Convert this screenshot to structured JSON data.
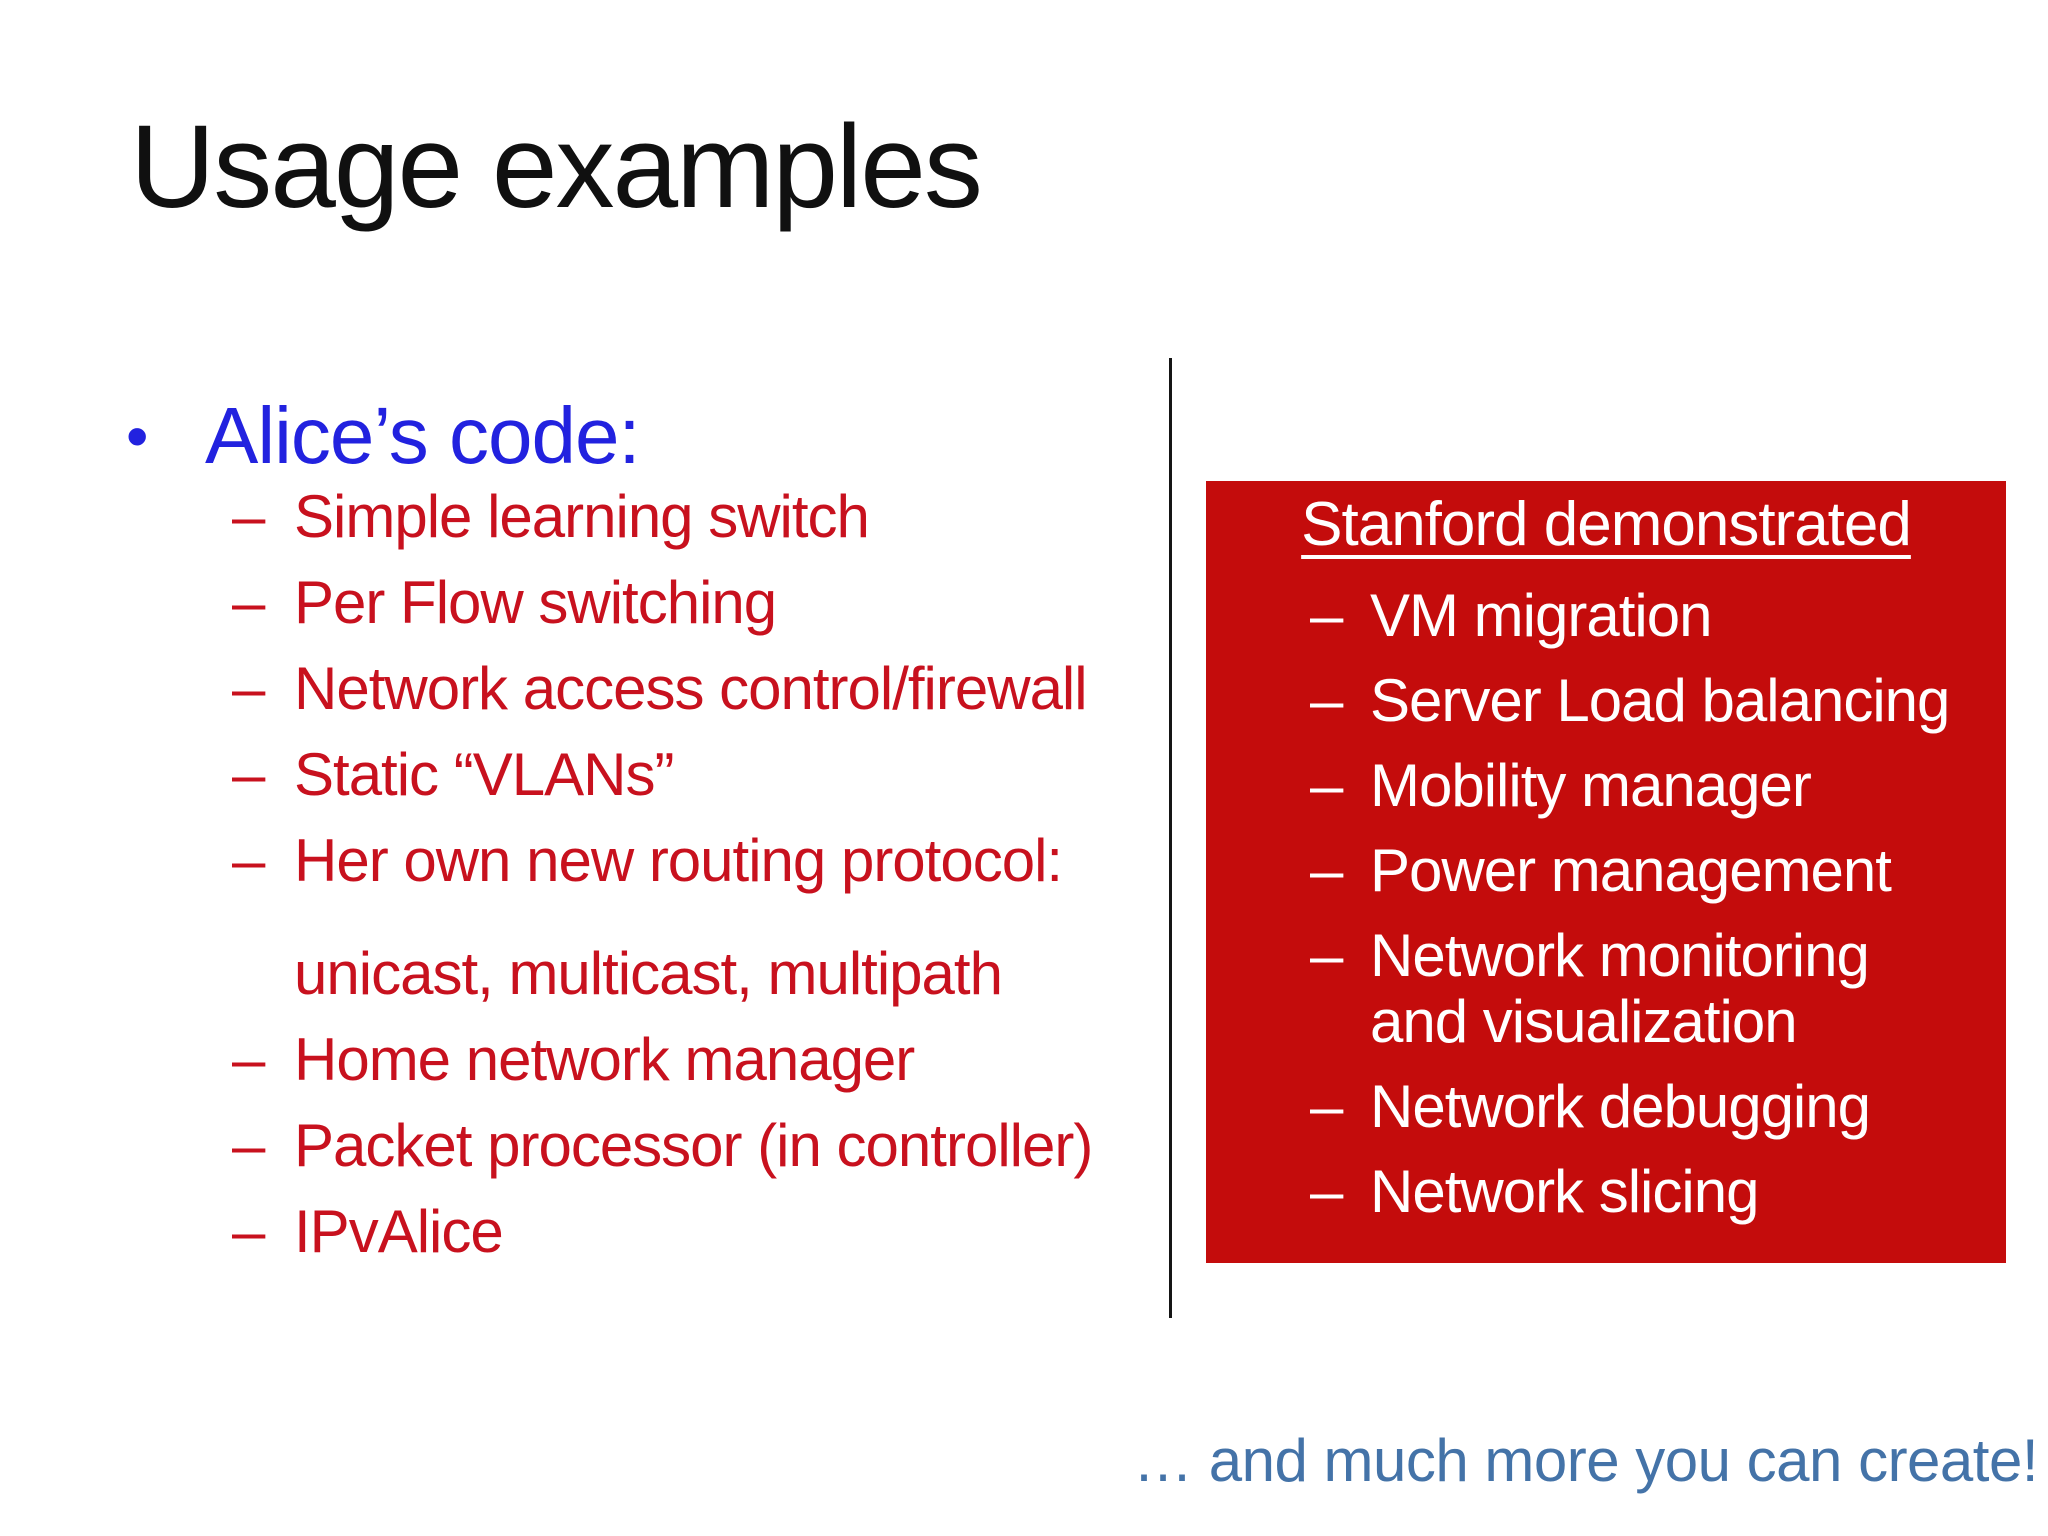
{
  "slide": {
    "title": "Usage examples",
    "left_column": {
      "heading": "Alice’s code:",
      "bullet_icon": "•",
      "dash_icon": "–",
      "items": [
        {
          "text": "Simple learning switch",
          "dash": true,
          "spacer": false
        },
        {
          "text": "Per Flow switching",
          "dash": true,
          "spacer": false
        },
        {
          "text": "Network access control/firewall",
          "dash": true,
          "spacer": false
        },
        {
          "text": "Static “VLANs”",
          "dash": true,
          "spacer": false
        },
        {
          "text": "Her own new routing protocol:",
          "dash": true,
          "spacer": false
        },
        {
          "text": "unicast, multicast, multipath",
          "dash": false,
          "spacer": true
        },
        {
          "text": "Home network manager",
          "dash": true,
          "spacer": false
        },
        {
          "text": "Packet processor (in controller)",
          "dash": true,
          "spacer": false
        },
        {
          "text": "IPvAlice",
          "dash": true,
          "spacer": false
        }
      ]
    },
    "red_panel": {
      "heading": "Stanford demonstrated",
      "dash_icon": "–",
      "items": [
        "VM migration",
        "Server Load balancing",
        "Mobility manager",
        "Power management",
        "Network monitoring and visualization",
        "Network debugging",
        "Network slicing"
      ]
    },
    "footer_note": "… and much more you can create!",
    "colors": {
      "title_text": "#101010",
      "heading_blue": "#2222DF",
      "list_red": "#C8111E",
      "panel_background": "#C40C0C",
      "panel_text": "#FFFFFF",
      "footer_blue": "#4473A8",
      "divider_black": "#151515",
      "background": "#FFFFFF"
    }
  }
}
